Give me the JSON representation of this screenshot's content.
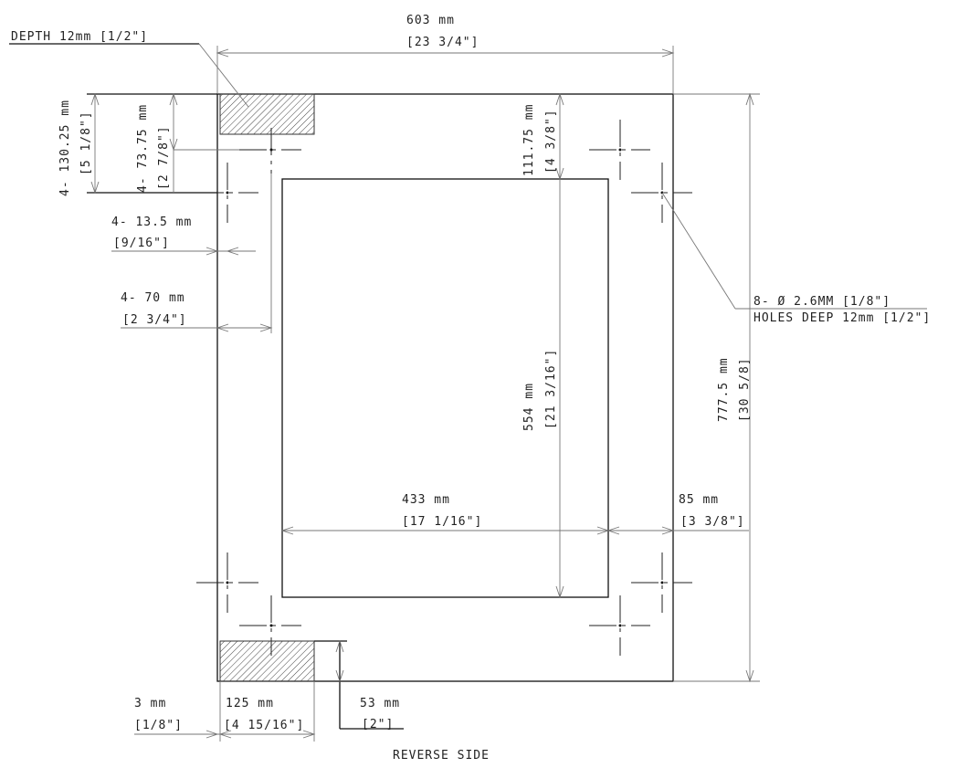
{
  "drawing": {
    "title": "REVERSE SIDE",
    "units_note": "mm with inch equivalents in brackets",
    "callouts": {
      "depth": "DEPTH 12mm [1/2\"]",
      "holes_line1": "8- Ø 2.6MM [1/8\"]",
      "holes_line2": "HOLES DEEP 12mm [1/2\"]"
    },
    "dimensions": {
      "overall_width": {
        "mm": "603 mm",
        "in": "[23 3/4\"]"
      },
      "overall_height": {
        "mm": "777.5 mm",
        "in": "[30 5/8]"
      },
      "cutout_width": {
        "mm": "433 mm",
        "in": "[17 1/16\"]"
      },
      "cutout_height": {
        "mm": "554 mm",
        "in": "[21 3/16\"]"
      },
      "cutout_top_offset": {
        "mm": "111.75 mm",
        "in": "[4 3/8\"]"
      },
      "right_margin": {
        "mm": "85 mm",
        "in": "[3 3/8\"]"
      },
      "hole_outer_v": {
        "mm": "4- 130.25 mm",
        "in": "[5 1/8\"]"
      },
      "hole_inner_v": {
        "mm": "4- 73.75 mm",
        "in": "[2 7/8\"]"
      },
      "hole_outer_h": {
        "mm": "4- 13.5 mm",
        "in": "[9/16\"]"
      },
      "hole_inner_h": {
        "mm": "4- 70 mm",
        "in": "[2 3/4\"]"
      },
      "pocket_edge": {
        "mm": "3 mm",
        "in": "[1/8\"]"
      },
      "pocket_width": {
        "mm": "125 mm",
        "in": "[4 15/16\"]"
      },
      "pocket_height": {
        "mm": "53 mm",
        "in": "[2\"]"
      }
    }
  }
}
